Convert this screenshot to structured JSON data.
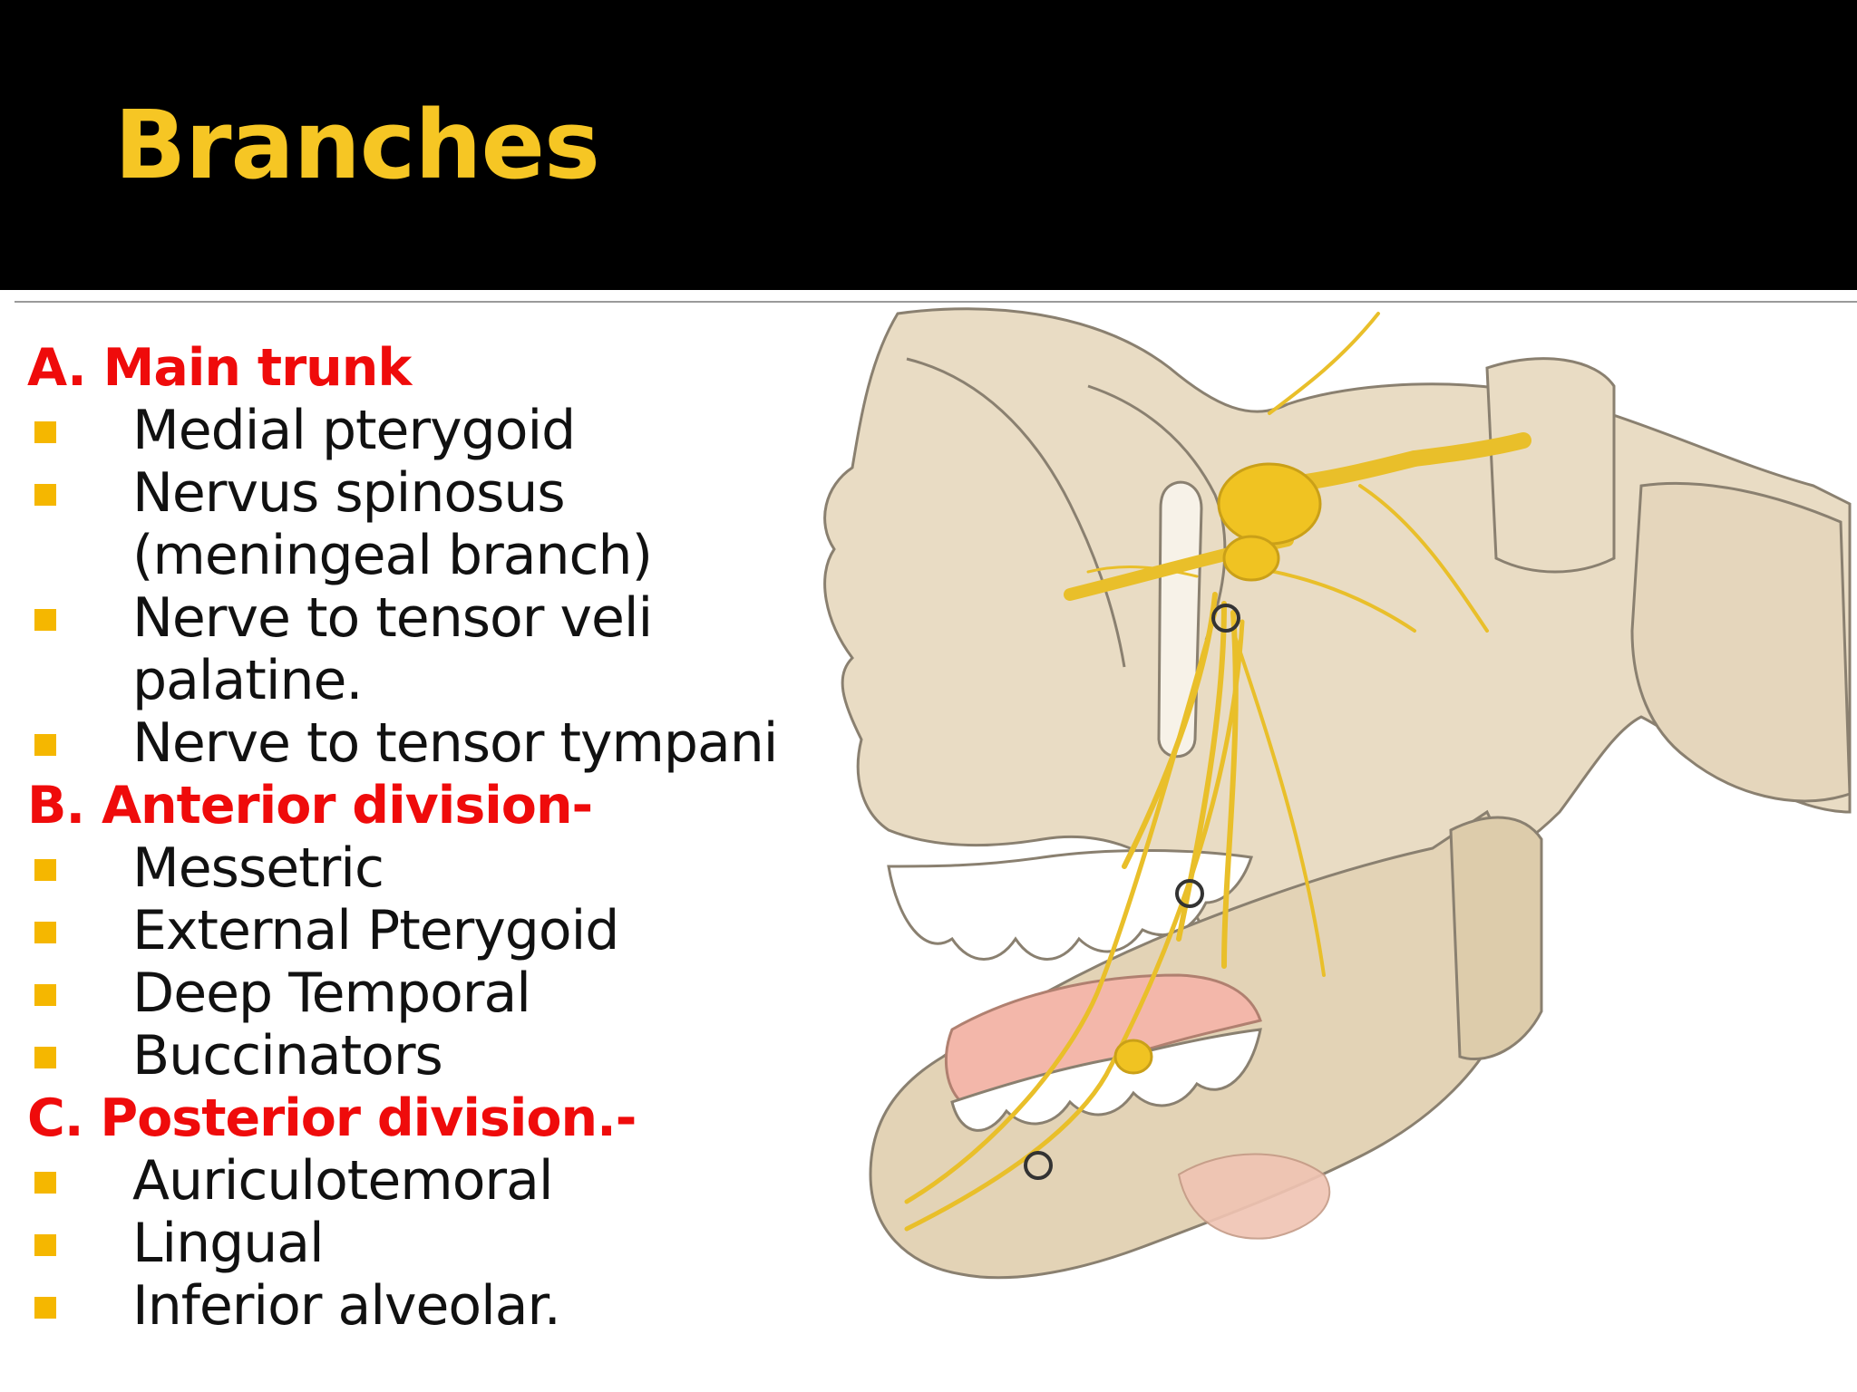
{
  "slide": {
    "title": "Branches"
  },
  "sections": [
    {
      "heading": "A. Main trunk",
      "items": [
        [
          "Medial pterygoid"
        ],
        [
          "Nervus spinosus",
          "(meningeal branch)"
        ],
        [
          "Nerve to tensor veli",
          "palatine."
        ],
        [
          "Nerve to tensor tympani"
        ]
      ]
    },
    {
      "heading": "B. Anterior division-",
      "items": [
        [
          "Messetric"
        ],
        [
          "External Pterygoid"
        ],
        [
          "Deep Temporal"
        ],
        [
          "Buccinators"
        ]
      ]
    },
    {
      "heading": "C. Posterior division.-",
      "items": [
        [
          "Auriculotemoral"
        ],
        [
          "Lingual"
        ],
        [
          "Inferior alveolar."
        ]
      ]
    }
  ],
  "colors": {
    "title": "#f6c624",
    "heading": "#ef0b0b",
    "bullet": "#f5b700",
    "nerve": "#e9bf2a",
    "bone": "#e9dcc4"
  }
}
